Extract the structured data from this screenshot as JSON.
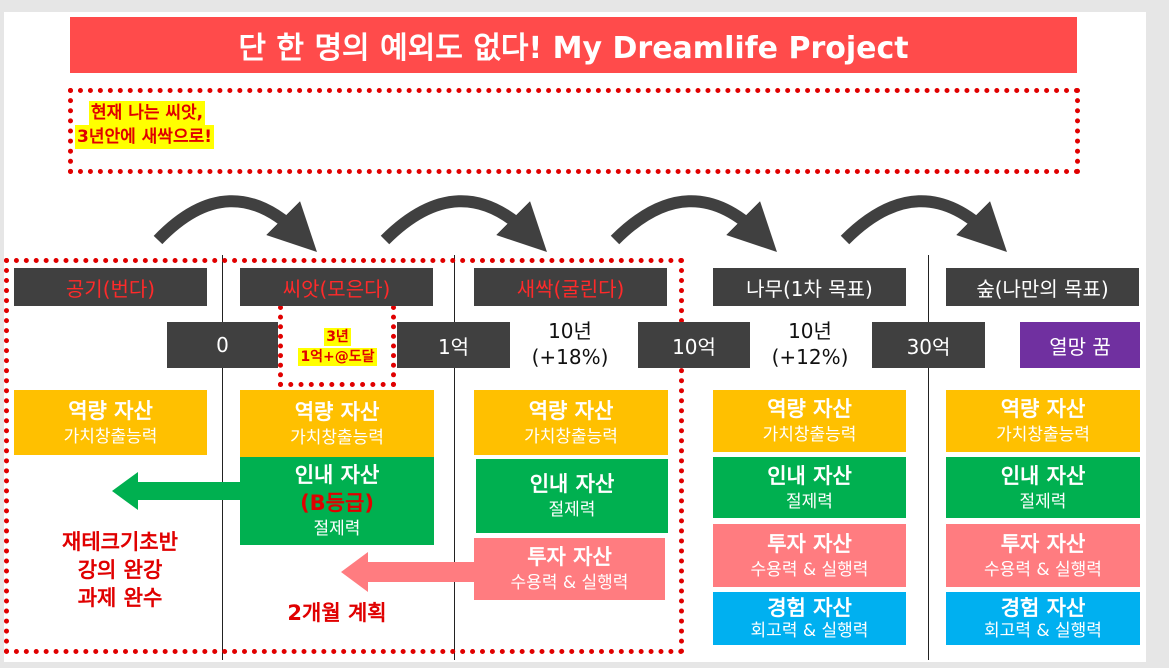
{
  "title": "단 한 명의 예외도 없다! My Dreamlife Project",
  "intro": [
    "현재 나는 씨앗,",
    "3년안에 새싹으로!"
  ],
  "stages": [
    "공기(번다)",
    "씨앗(모은다)",
    "새싹(굴린다)",
    "나무(1차 목표)",
    "숲(나만의 목표)"
  ],
  "values": [
    "0",
    "1억",
    "10억",
    "30억",
    "열망 꿈"
  ],
  "milestone": {
    "years": "3년",
    "goal": "1억+@도달"
  },
  "periods": [
    {
      "years": "10년",
      "rate": "(+18%)"
    },
    {
      "years": "10년",
      "rate": "(+12%)"
    }
  ],
  "assets": {
    "capability": {
      "title": "역량 자산",
      "sub": "가치창출능력"
    },
    "patience": {
      "title": "인내 자산",
      "sub": "절제력",
      "grade": "(B등급)"
    },
    "investment": {
      "title": "투자 자산",
      "sub": "수용력 & 실행력"
    },
    "experience": {
      "title": "경험 자산",
      "sub": "회고력 & 실행력"
    }
  },
  "plan_left": [
    "재테크기초반",
    "강의 완강",
    "과제 완수"
  ],
  "plan_mid": "2개월 계획",
  "colors": {
    "title": "#ff4b4b",
    "dark": "#404040",
    "yellow": "#ffc000",
    "green": "#00b050",
    "pink": "#ff7c80",
    "blue": "#00b0f0",
    "purple": "#7030a0"
  }
}
